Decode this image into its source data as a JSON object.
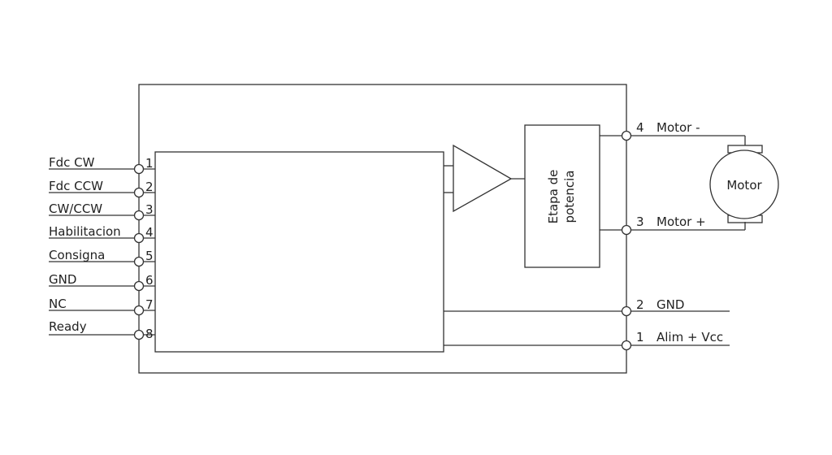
{
  "diagram": {
    "left_pins": [
      {
        "num": "1",
        "label": "Fdc CW"
      },
      {
        "num": "2",
        "label": "Fdc CCW"
      },
      {
        "num": "3",
        "label": "CW/CCW"
      },
      {
        "num": "4",
        "label": "Habilitacion"
      },
      {
        "num": "5",
        "label": "Consigna"
      },
      {
        "num": "6",
        "label": "GND"
      },
      {
        "num": "7",
        "label": "NC"
      },
      {
        "num": "8",
        "label": "Ready"
      }
    ],
    "right_pins": [
      {
        "num": "4",
        "label": "Motor -"
      },
      {
        "num": "3",
        "label": "Motor +"
      },
      {
        "num": "2",
        "label": "GND"
      },
      {
        "num": "1",
        "label": "Alim + Vcc"
      }
    ],
    "power_stage": {
      "line1": "Etapa de",
      "line2": "potencia"
    },
    "motor": {
      "label": "Motor"
    },
    "line_color": "#333333"
  }
}
